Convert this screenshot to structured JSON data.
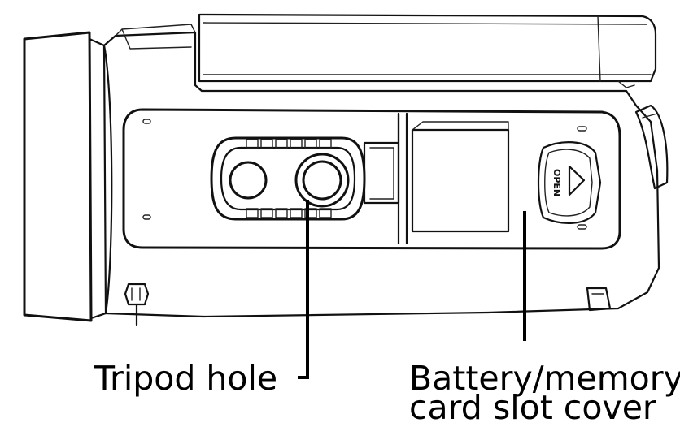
{
  "labels": {
    "tripod_hole": "Tripod hole",
    "battery_cover_line1": "Battery/memory",
    "battery_cover_line2": "card slot cover"
  },
  "device_markings": {
    "open_latch": "OPEN"
  },
  "colors": {
    "line": "#111111",
    "background": "#ffffff"
  }
}
